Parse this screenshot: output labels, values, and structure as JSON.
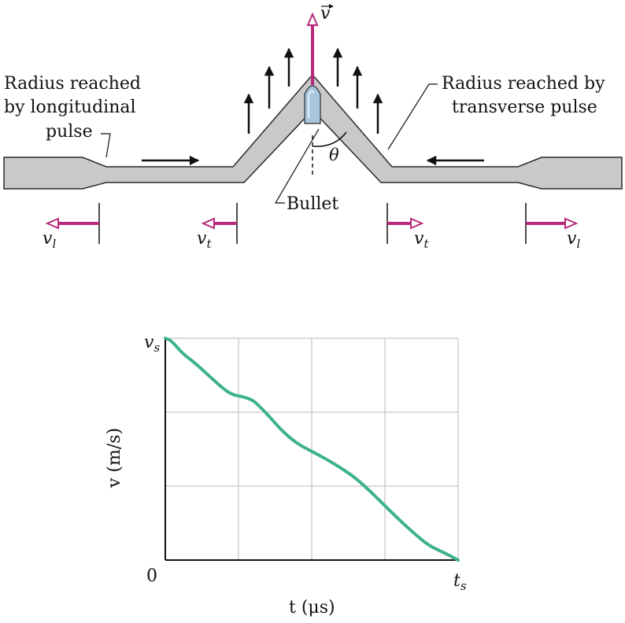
{
  "diagram": {
    "labels": {
      "longitudinal": [
        "Radius reached",
        "by longitudinal",
        "pulse"
      ],
      "transverse": [
        "Radius reached by",
        "transverse pulse"
      ],
      "bullet": "Bullet",
      "velocity": "v",
      "angle": "θ"
    },
    "speed_markers": [
      {
        "symbol": "v",
        "subscript": "l"
      },
      {
        "symbol": "v",
        "subscript": "t"
      },
      {
        "symbol": "v",
        "subscript": "t"
      },
      {
        "symbol": "v",
        "subscript": "l"
      }
    ],
    "colors": {
      "fiber_fill": "#c9c9c9",
      "fiber_stroke": "#2a2a2a",
      "magenta": "#b8287c",
      "bullet": "#a9c6df",
      "arrow": "#111111"
    }
  },
  "chart_data": {
    "type": "line",
    "title": "",
    "xlabel": "t (μs)",
    "ylabel": "v (m/s)",
    "x_tick_labels": [
      "0",
      "t_s"
    ],
    "y_tick_labels": [
      "0",
      "v_s"
    ],
    "xlim": [
      0,
      1
    ],
    "ylim": [
      0,
      1
    ],
    "grid": true,
    "grid_divisions": {
      "x": 4,
      "y": 3
    },
    "series": [
      {
        "color": "#3db38a",
        "x": [
          0,
          0.02,
          0.06,
          0.1,
          0.15,
          0.2,
          0.23,
          0.27,
          0.3,
          0.32,
          0.35,
          0.4,
          0.45,
          0.5,
          0.55,
          0.6,
          0.65,
          0.7,
          0.75,
          0.8,
          0.85,
          0.9,
          0.95,
          1.0
        ],
        "y": [
          1.0,
          0.99,
          0.93,
          0.89,
          0.83,
          0.77,
          0.745,
          0.735,
          0.72,
          0.695,
          0.655,
          0.58,
          0.525,
          0.49,
          0.455,
          0.415,
          0.37,
          0.31,
          0.245,
          0.18,
          0.12,
          0.065,
          0.035,
          0.0
        ]
      }
    ]
  }
}
